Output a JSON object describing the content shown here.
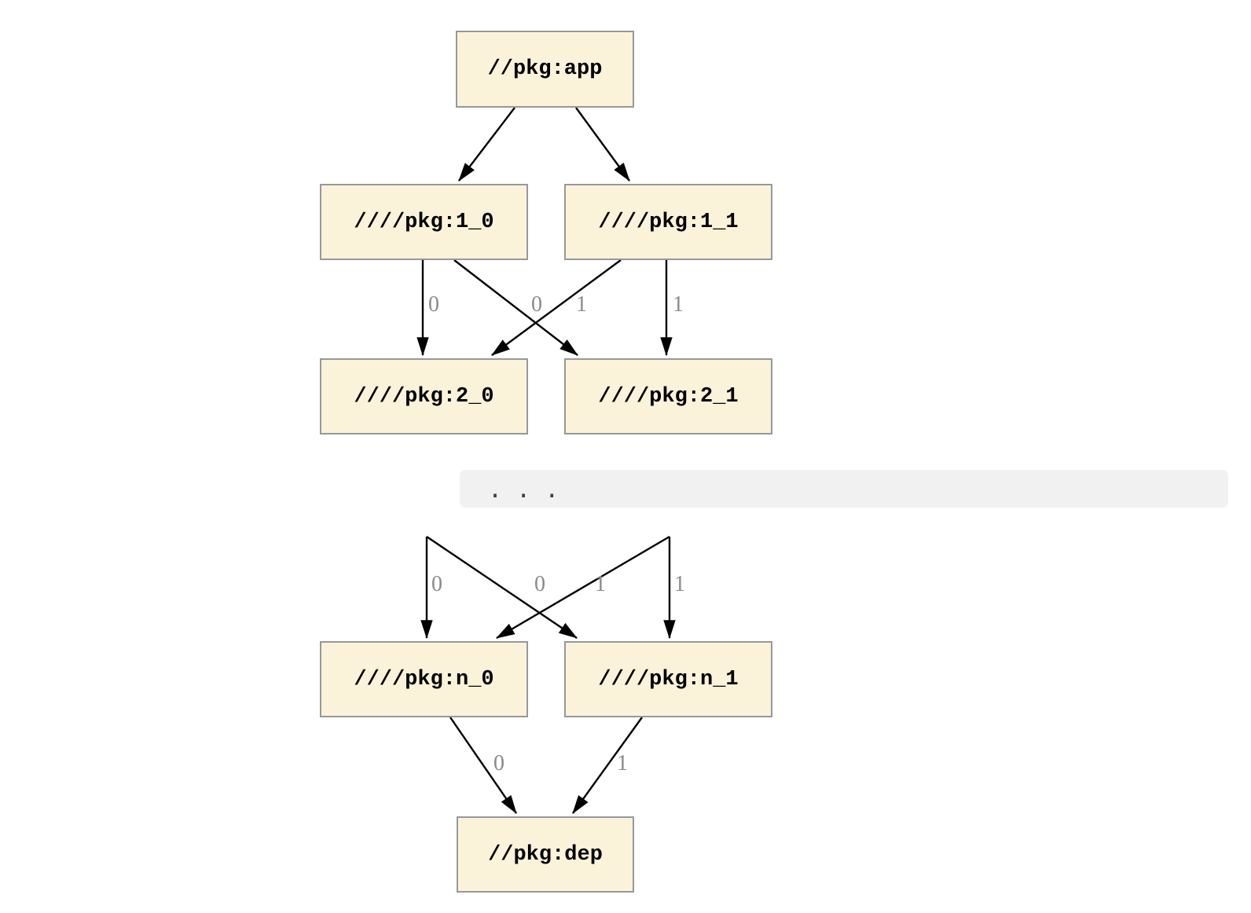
{
  "diagram": {
    "nodes": {
      "app": {
        "label": "//pkg:app"
      },
      "l1_0": {
        "label": "////pkg:1_0"
      },
      "l1_1": {
        "label": "////pkg:1_1"
      },
      "l2_0": {
        "label": "////pkg:2_0"
      },
      "l2_1": {
        "label": "////pkg:2_1"
      },
      "ln_0": {
        "label": "////pkg:n_0"
      },
      "ln_1": {
        "label": "////pkg:n_1"
      },
      "dep": {
        "label": "//pkg:dep"
      }
    },
    "ellipsis": ". . .",
    "edge_labels": {
      "u_left_straight": "0",
      "u_cross_to_2_0": "0",
      "u_cross_to_2_1": "1",
      "u_right_straight": "1",
      "n_left_straight": "0",
      "n_cross_to_n_0": "0",
      "n_cross_to_n_1": "1",
      "n_right_straight": "1",
      "n_0_to_dep": "0",
      "n_1_to_dep": "1"
    },
    "colors": {
      "node_fill": "#FBF3D9",
      "node_border": "#95999B",
      "edge": "#000000",
      "edge_label": "#8A8A8A",
      "separator_bg": "#F1F1F1",
      "ellipsis_dots": "#3F3F3F"
    }
  }
}
